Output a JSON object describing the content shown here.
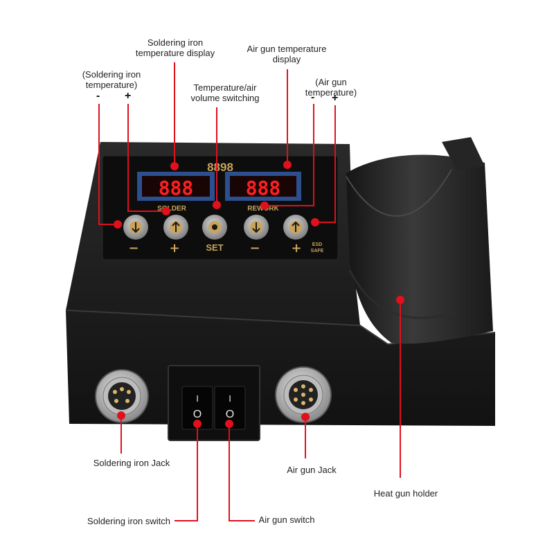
{
  "panel": {
    "model": "8898",
    "left_display": "888",
    "right_display": "888",
    "solder_label": "SOLDER",
    "rework_label": "REWORK",
    "minus_sign": "−",
    "plus_sign": "+",
    "set_label": "SET",
    "esd_line1": "ESD",
    "esd_line2": "SAFE",
    "switch_on_mark": "I",
    "switch_off_mark": "O"
  },
  "callouts": {
    "iron_display": [
      "Soldering iron",
      "temperature display"
    ],
    "air_display": [
      "Air gun temperature",
      "display"
    ],
    "iron_temp": [
      "(Soldering iron",
      "temperature)"
    ],
    "iron_minus": "-",
    "iron_plus": "+",
    "switching": [
      "Temperature/air",
      "volume switching"
    ],
    "air_temp": [
      "(Air gun",
      "temperature)"
    ],
    "air_minus": "-",
    "air_plus": "+",
    "iron_jack": "Soldering iron Jack",
    "air_jack": "Air gun Jack",
    "holder": "Heat gun holder",
    "iron_switch": "Soldering iron switch",
    "air_switch": "Air gun switch"
  },
  "colors": {
    "callout_line": "#e0101c",
    "display_digits": "#ff2020",
    "housing": "#1b1b1b"
  }
}
